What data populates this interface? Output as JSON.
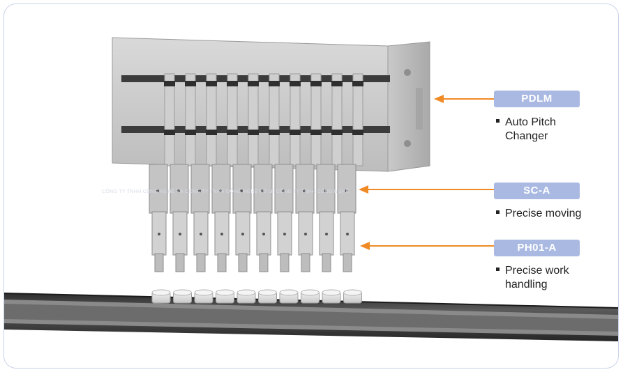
{
  "labels": [
    {
      "id": "pdlm",
      "badge": "PDLM",
      "lines": [
        "Auto Pitch",
        "Changer"
      ]
    },
    {
      "id": "sca",
      "badge": "SC-A",
      "lines": [
        "Precise moving"
      ]
    },
    {
      "id": "ph01a",
      "badge": "PH01-A",
      "lines": [
        "Precise work",
        "handling"
      ]
    }
  ],
  "watermark": "CÔNG TY TNHH CÔNG NGHỆ VÀ CÔNG TY TNHH CÔNG NGHỆ VŨ LÊ CÔNG TY TNHH CÔNG NGHỆ",
  "colors": {
    "badge": "#a9b9e2",
    "arrow": "#f08a24",
    "frame": "#c9d3ea",
    "rail": "#3a3a3a"
  }
}
